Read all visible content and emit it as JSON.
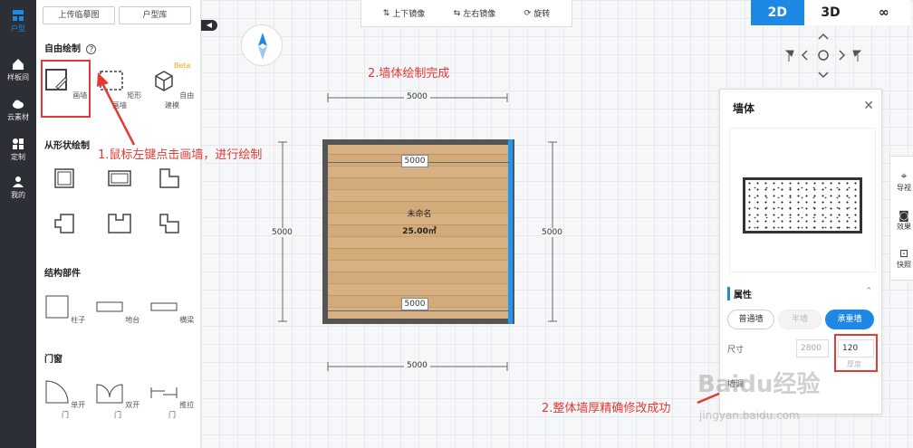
{
  "leftnav": {
    "items": [
      {
        "label": "户型",
        "icon": "floorplan-icon"
      },
      {
        "label": "样板间",
        "icon": "home-icon"
      },
      {
        "label": "云素材",
        "icon": "cloud-icon"
      },
      {
        "label": "定制",
        "icon": "blocks-icon"
      },
      {
        "label": "我的",
        "icon": "user-icon"
      }
    ]
  },
  "panel": {
    "upload_btn": "上传临摹图",
    "library_btn": "户型库",
    "free_draw_title": "自由绘制",
    "beta": "Beta",
    "tools": [
      "画墙",
      "矩形画墙",
      "自由建模"
    ],
    "shape_title": "从形状绘制",
    "struct_title": "结构部件",
    "struct_items": [
      "柱子",
      "地台",
      "横梁"
    ],
    "door_title": "门窗",
    "door_items": [
      "单开门",
      "双开门",
      "推拉门"
    ]
  },
  "toolbar": {
    "flip_v": "上下镜像",
    "flip_h": "左右镜像",
    "rotate": "旋转"
  },
  "view_tabs": [
    "2D",
    "3D",
    "∞"
  ],
  "canvas": {
    "annotation_done": "2.墙体绘制完成",
    "annotation_click": "1.鼠标左键点击画墙，进行绘制",
    "annotation_thick": "2.整体墙厚精确修改成功",
    "dim_top": "5000",
    "dim_bottom": "5000",
    "dim_left": "5000",
    "dim_right": "5000",
    "dim_inner_top": "5000",
    "dim_inner_bottom": "5000",
    "room_name": "未命名",
    "room_area": "25.00㎡"
  },
  "props": {
    "title": "墙体",
    "attr_title": "属性",
    "wall_types": [
      "普通墙",
      "半墙",
      "承重墙"
    ],
    "size_label": "尺寸",
    "length_value": "2800",
    "thick_value": "120",
    "thick_label": "厚度",
    "row2_label": "墙调"
  },
  "right_sidebar": [
    "导视",
    "效果",
    "快照"
  ],
  "watermark": {
    "text": "Baidu经验",
    "url": "jingyan.baidu.com"
  }
}
